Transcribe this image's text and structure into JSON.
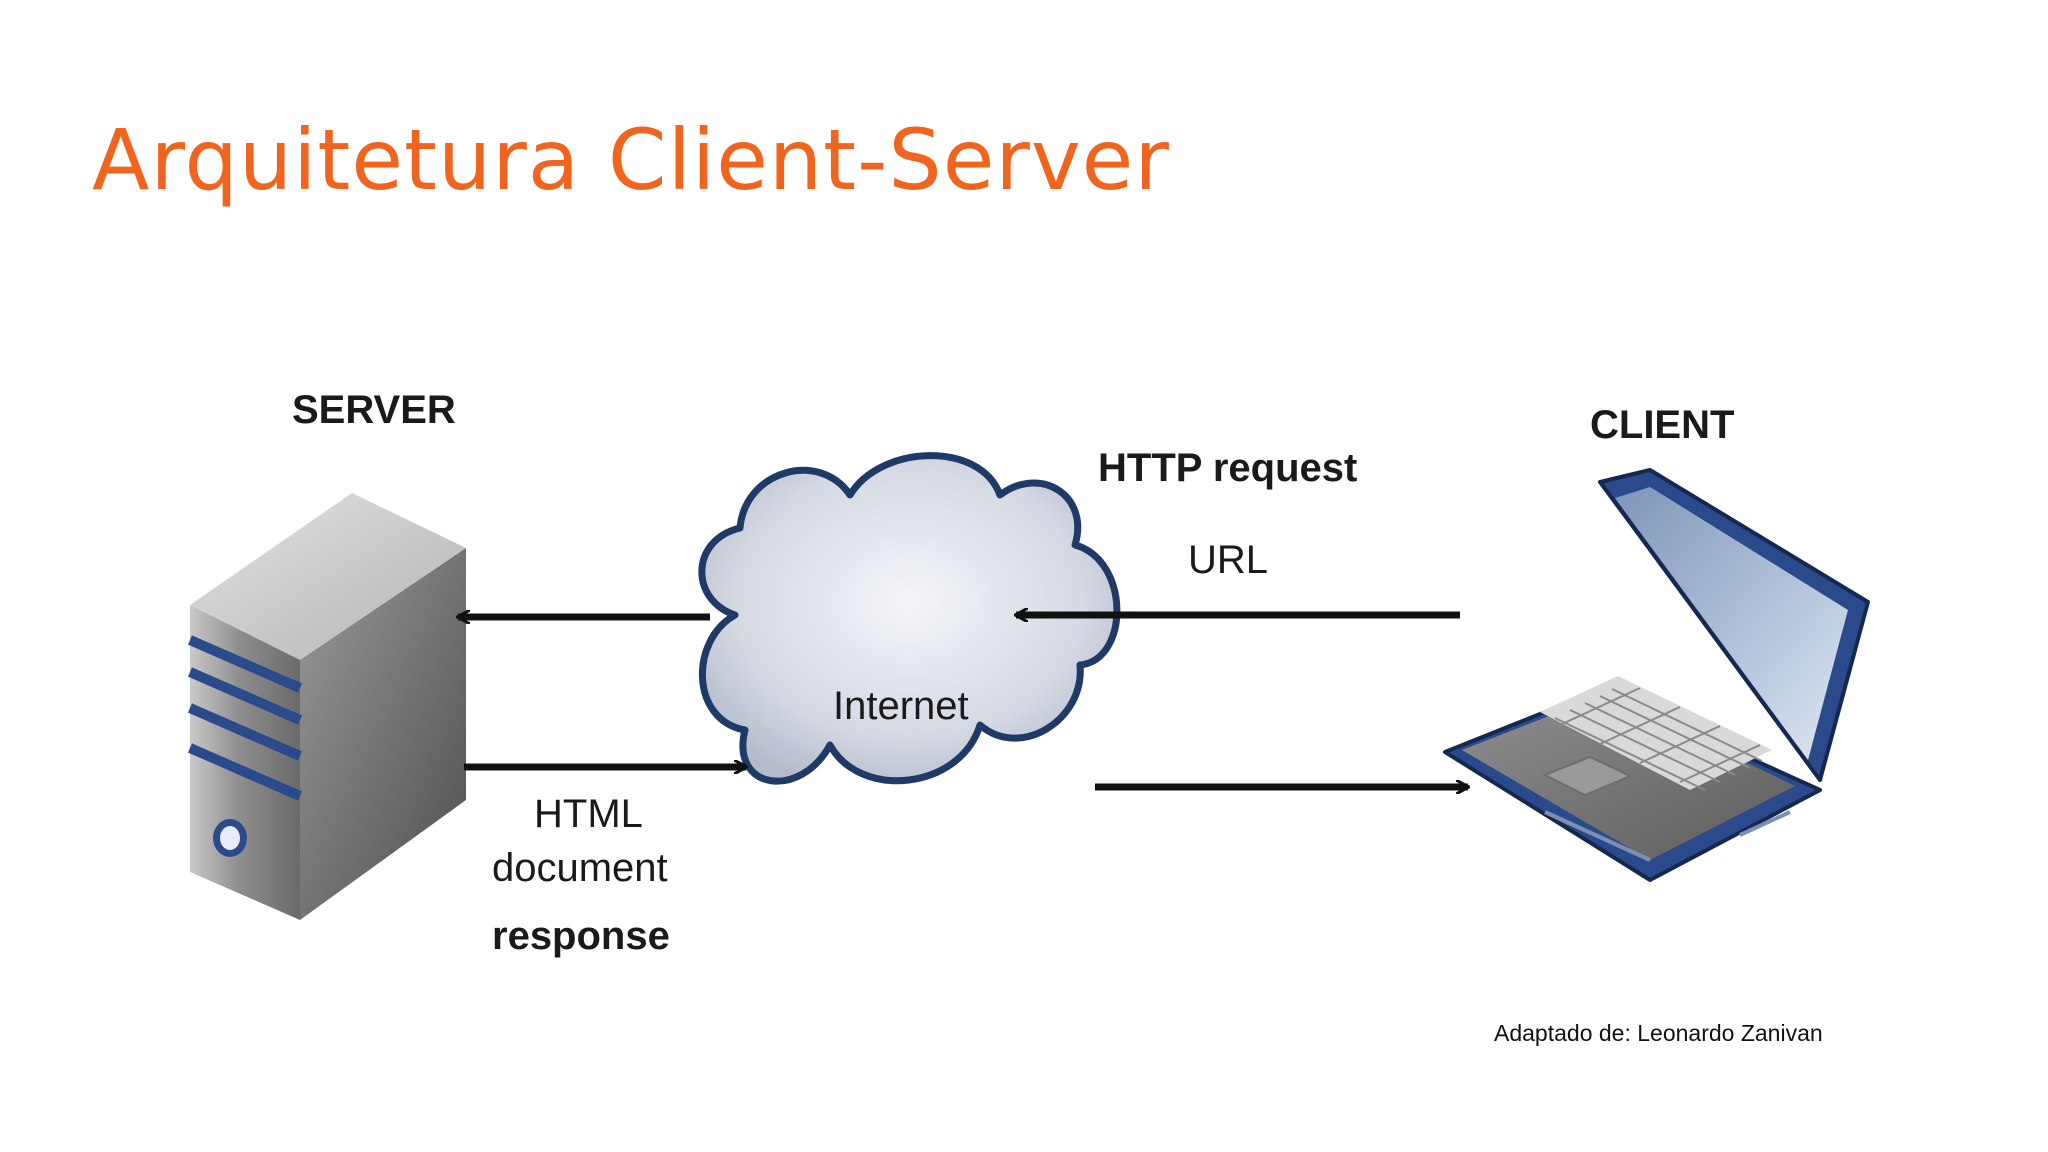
{
  "slide": {
    "title": "Arquitetura Client-Server",
    "title_color": "#f0641e",
    "credit": "Adaptado de: Leonardo Zanivan"
  },
  "diagram": {
    "server": {
      "label": "SERVER",
      "icon": "server-tower-icon"
    },
    "client": {
      "label": "CLIENT",
      "icon": "laptop-icon"
    },
    "cloud": {
      "label": "Internet",
      "icon": "cloud-icon"
    },
    "request": {
      "label": "HTTP request",
      "sublabel": "URL"
    },
    "response": {
      "line1": "HTML",
      "line2": "document",
      "label": "response"
    },
    "colors": {
      "stripe": "#2b4a8c",
      "cloud_outline": "#1e3a66",
      "arrow": "#111111"
    }
  }
}
